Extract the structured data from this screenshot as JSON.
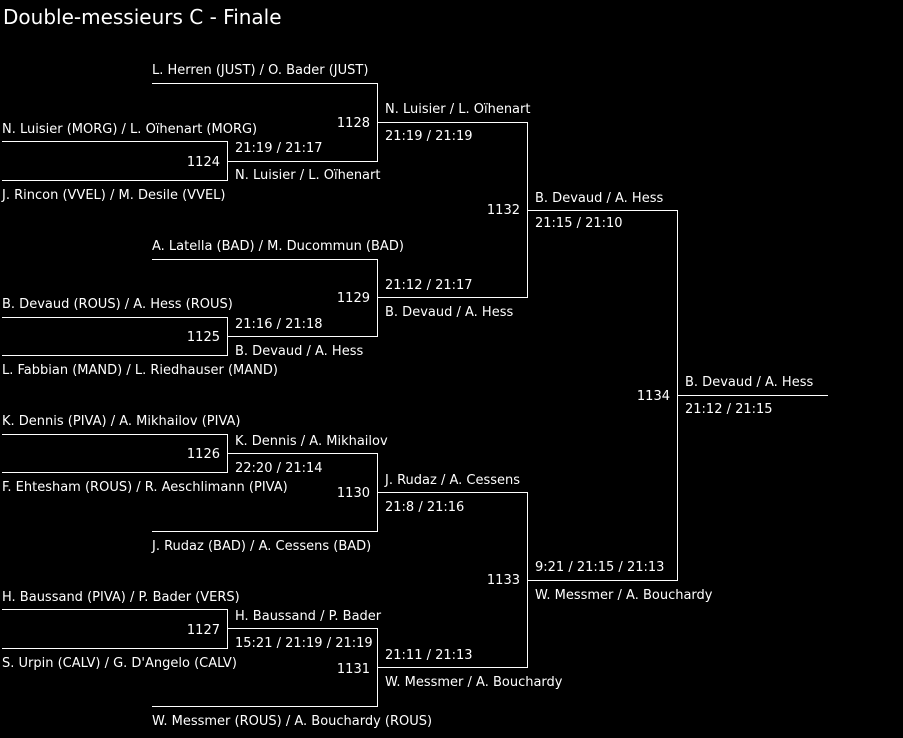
{
  "title": "Double-messieurs C - Finale",
  "entries": {
    "r1": [
      "L. Herren (JUST) / O. Bader (JUST)",
      "N. Luisier (MORG) / L. Oïhenart (MORG)",
      "J. Rincon (VVEL) / M. Desile (VVEL)",
      "A. Latella (BAD) / M. Ducommun (BAD)",
      "B. Devaud (ROUS) / A. Hess (ROUS)",
      "L. Fabbian (MAND) / L. Riedhauser (MAND)",
      "K. Dennis (PIVA) / A. Mikhailov (PIVA)",
      "F. Ehtesham (ROUS) / R. Aeschlimann (PIVA)",
      "J. Rudaz (BAD) / A. Cessens (BAD)",
      "H. Baussand (PIVA) / P. Bader (VERS)",
      "S. Urpin (CALV) / G. D'Angelo (CALV)",
      "W. Messmer (ROUS) / A. Bouchardy (ROUS)"
    ]
  },
  "matches": {
    "m1124": {
      "id": "1124",
      "winner": "N. Luisier / L. Oïhenart",
      "score": "21:19 / 21:17"
    },
    "m1125": {
      "id": "1125",
      "winner": "B. Devaud / A. Hess",
      "score": "21:16 / 21:18"
    },
    "m1126": {
      "id": "1126",
      "winner": "K. Dennis / A. Mikhailov",
      "score": "22:20 / 21:14"
    },
    "m1127": {
      "id": "1127",
      "winner": "H. Baussand / P. Bader",
      "score": "15:21 / 21:19 / 21:19"
    },
    "m1128": {
      "id": "1128",
      "winner": "N. Luisier / L. Oïhenart",
      "score": "21:19 / 21:19"
    },
    "m1129": {
      "id": "1129",
      "winner": "B. Devaud / A. Hess",
      "score": "21:12 / 21:17"
    },
    "m1130": {
      "id": "1130",
      "winner": "J. Rudaz / A. Cessens",
      "score": "21:8 / 21:16"
    },
    "m1131": {
      "id": "1131",
      "winner": "W. Messmer / A. Bouchardy",
      "score": "21:11 / 21:13"
    },
    "m1132": {
      "id": "1132",
      "winner": "B. Devaud / A. Hess",
      "score": "21:15 / 21:10"
    },
    "m1133": {
      "id": "1133",
      "winner": "W. Messmer / A. Bouchardy",
      "score": "9:21 / 21:15 / 21:13"
    },
    "m1134": {
      "id": "1134",
      "winner": "B. Devaud / A. Hess",
      "score": "21:12 / 21:15"
    }
  }
}
